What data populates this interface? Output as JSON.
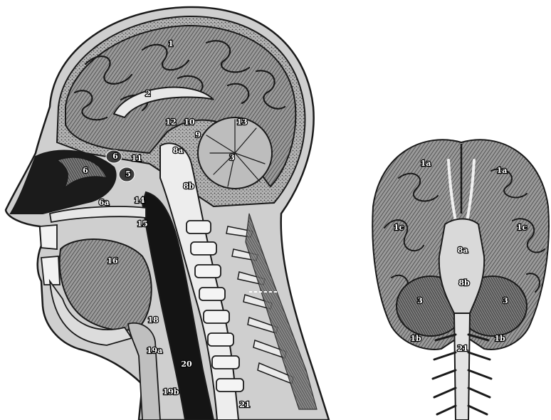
{
  "figures": [
    {
      "id": "sagittal-head",
      "labels": [
        "1",
        "2",
        "12",
        "10",
        "13",
        "9",
        "8a",
        "3",
        "8b",
        "6",
        "6",
        "11",
        "5",
        "6a",
        "14",
        "15",
        "16",
        "18",
        "19a",
        "20",
        "19b",
        "21"
      ]
    },
    {
      "id": "brain-base",
      "labels": [
        "1a",
        "1a",
        "1c",
        "1c",
        "8a",
        "3",
        "8b",
        "3",
        "1b",
        "1b",
        "21"
      ]
    }
  ],
  "colors": {
    "ink": "#1a1a1a",
    "paper": "#ffffff",
    "shade": "#6e6e6e",
    "dark": "#0c0c0c"
  }
}
